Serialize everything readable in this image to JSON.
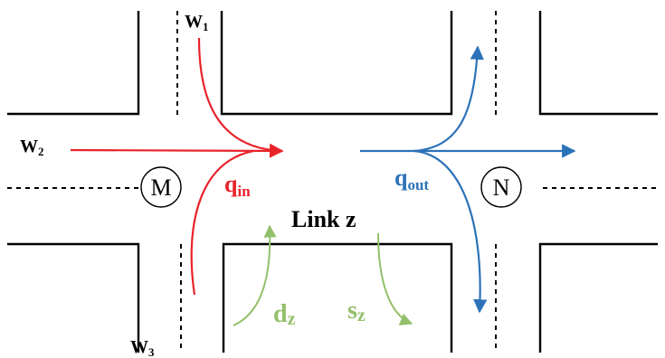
{
  "colors": {
    "inflow": "#e8232a",
    "outflow": "#2c72b8",
    "link_flow": "#93c06a",
    "road": "#000000"
  },
  "nodes": {
    "m": "M",
    "n": "N"
  },
  "labels": {
    "w1": {
      "base": "W",
      "sub": "1"
    },
    "w2": {
      "base": "W",
      "sub": "2"
    },
    "w3": {
      "base": "W",
      "sub": "3"
    },
    "q_in": {
      "base": "q",
      "sub": "in"
    },
    "q_out": {
      "base": "q",
      "sub": "out"
    },
    "link": "Link z",
    "d": {
      "base": "d",
      "sub": "z"
    },
    "s": {
      "base": "s",
      "sub": "z"
    }
  }
}
